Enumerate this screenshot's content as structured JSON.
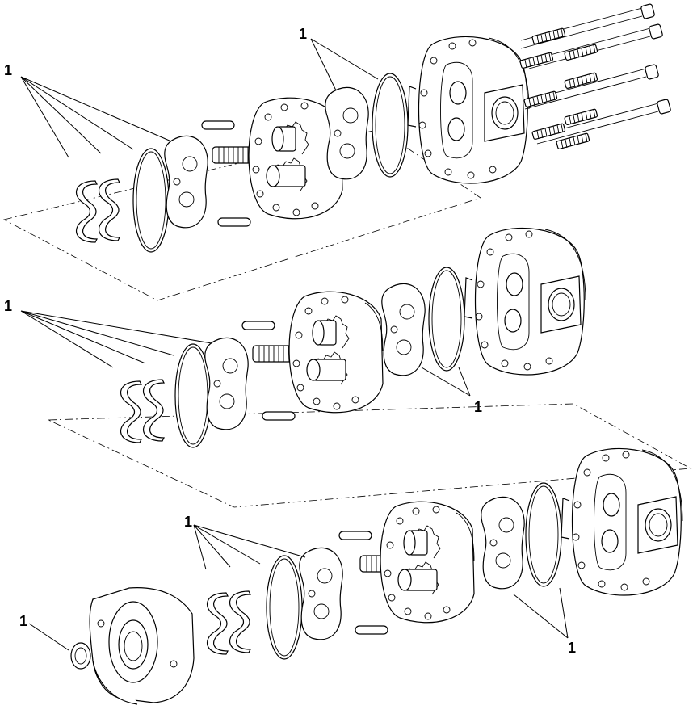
{
  "diagram": {
    "callouts": [
      {
        "id": "c1",
        "label": "1"
      },
      {
        "id": "c2",
        "label": "1"
      },
      {
        "id": "c3",
        "label": "1"
      },
      {
        "id": "c4",
        "label": "1"
      },
      {
        "id": "c5",
        "label": "1"
      },
      {
        "id": "c6",
        "label": "1"
      },
      {
        "id": "c7",
        "label": "1"
      }
    ],
    "line_color": "#000000",
    "background": "#ffffff"
  }
}
